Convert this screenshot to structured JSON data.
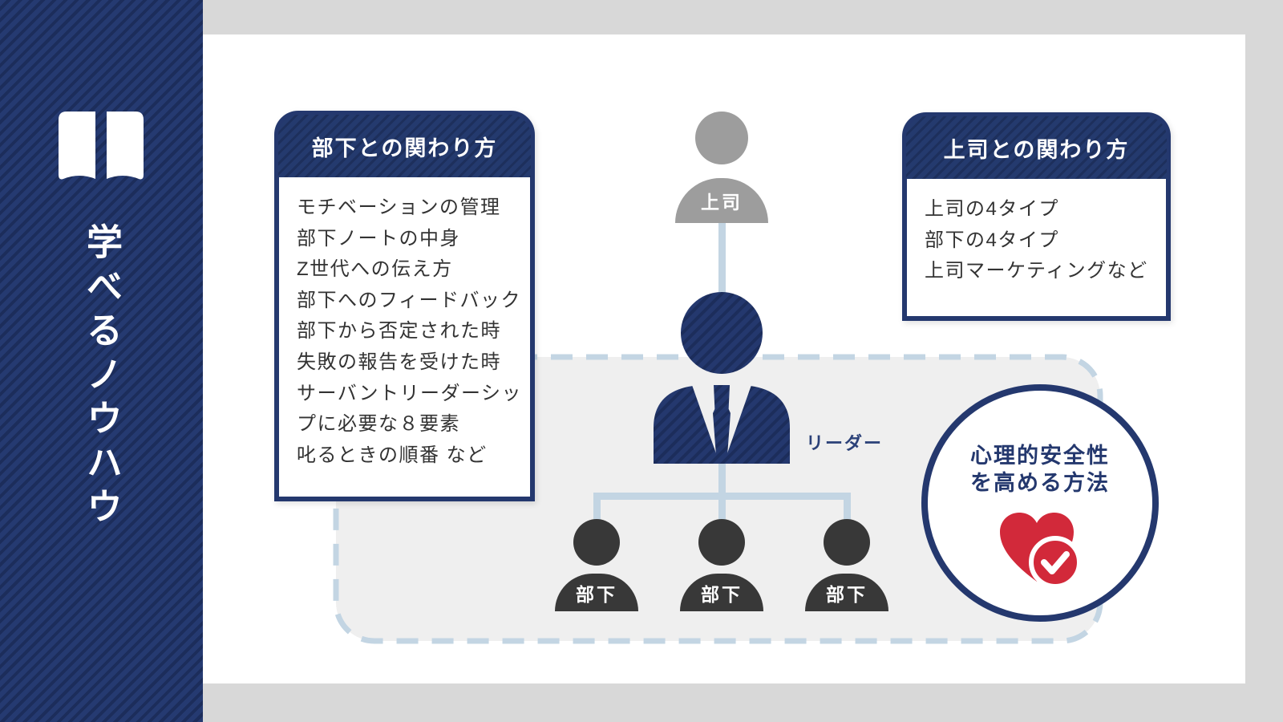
{
  "sidebar": {
    "vertical_title": "学べるノウハウ",
    "icon": "open-book-icon"
  },
  "left_box": {
    "title": "部下との関わり方",
    "items": [
      "モチベーションの管理",
      "部下ノートの中身",
      "Z世代への伝え方",
      "部下へのフィードバック",
      "部下から否定された時",
      "失敗の報告を受けた時",
      "サーバントリーダーシッ",
      "プに必要な８要素",
      "叱るときの順番 など"
    ]
  },
  "right_box": {
    "title": "上司との関わり方",
    "items": [
      "上司の4タイプ",
      "部下の4タイプ",
      "上司マーケティングなど"
    ]
  },
  "org_chart": {
    "boss_label": "上司",
    "leader_label": "リーダー",
    "subordinates": [
      "部下",
      "部下",
      "部下"
    ]
  },
  "circle_badge": {
    "line1": "心理的安全性",
    "line2": "を高める方法",
    "icon": "heart-check-icon"
  },
  "colors": {
    "navy": "#24386e",
    "navy_stripe_dark": "#1c2d5b",
    "light_blue_line": "#c3d5e3",
    "panel_gray": "#efefef",
    "boss_gray": "#9d9d9d",
    "subordinate_dark": "#383838",
    "heart_red": "#d2293a",
    "background_gray": "#d8d8d8",
    "text_dark": "#333333"
  }
}
